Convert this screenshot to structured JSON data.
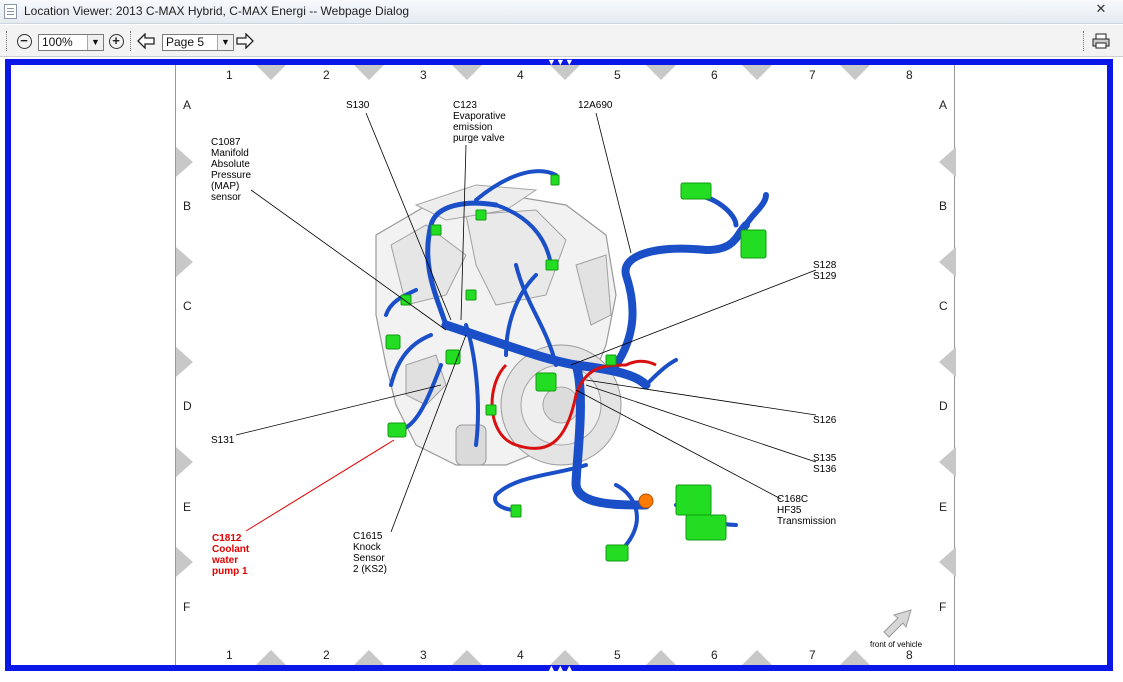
{
  "window": {
    "title": "Location Viewer: 2013 C-MAX Hybrid, C-MAX Energi -- Webpage Dialog",
    "close": "✕"
  },
  "toolbar": {
    "zoom_out": "−",
    "zoom_value": "100%",
    "zoom_in": "+",
    "page_value": "Page 5"
  },
  "grid": {
    "columns": [
      "1",
      "2",
      "3",
      "4",
      "5",
      "6",
      "7",
      "8"
    ],
    "rows": [
      "A",
      "B",
      "C",
      "D",
      "E",
      "F"
    ]
  },
  "labels": {
    "s130": "S130",
    "c123": [
      "C123",
      "Evaporative",
      "emission",
      "purge valve"
    ],
    "a12a690": "12A690",
    "c1087": [
      "C1087",
      "Manifold",
      "Absolute",
      "Pressure",
      "(MAP)",
      "sensor"
    ],
    "s128": [
      "S128",
      "S129"
    ],
    "s126": "S126",
    "s131": "S131",
    "s135": [
      "S135",
      "S136"
    ],
    "c168c": [
      "C168C",
      "HF35",
      "Transmission"
    ],
    "c1812": [
      "C1812",
      "Coolant",
      "water",
      "pump 1"
    ],
    "c1615": [
      "C1615",
      "Knock",
      "Sensor",
      "2 (KS2)"
    ],
    "front": "front of vehicle"
  },
  "colors": {
    "frame": "#0a17e8",
    "harness": "#1a4fc8",
    "connector": "#22dd22",
    "red_wire": "#d81010",
    "red_label": "#e00000"
  }
}
